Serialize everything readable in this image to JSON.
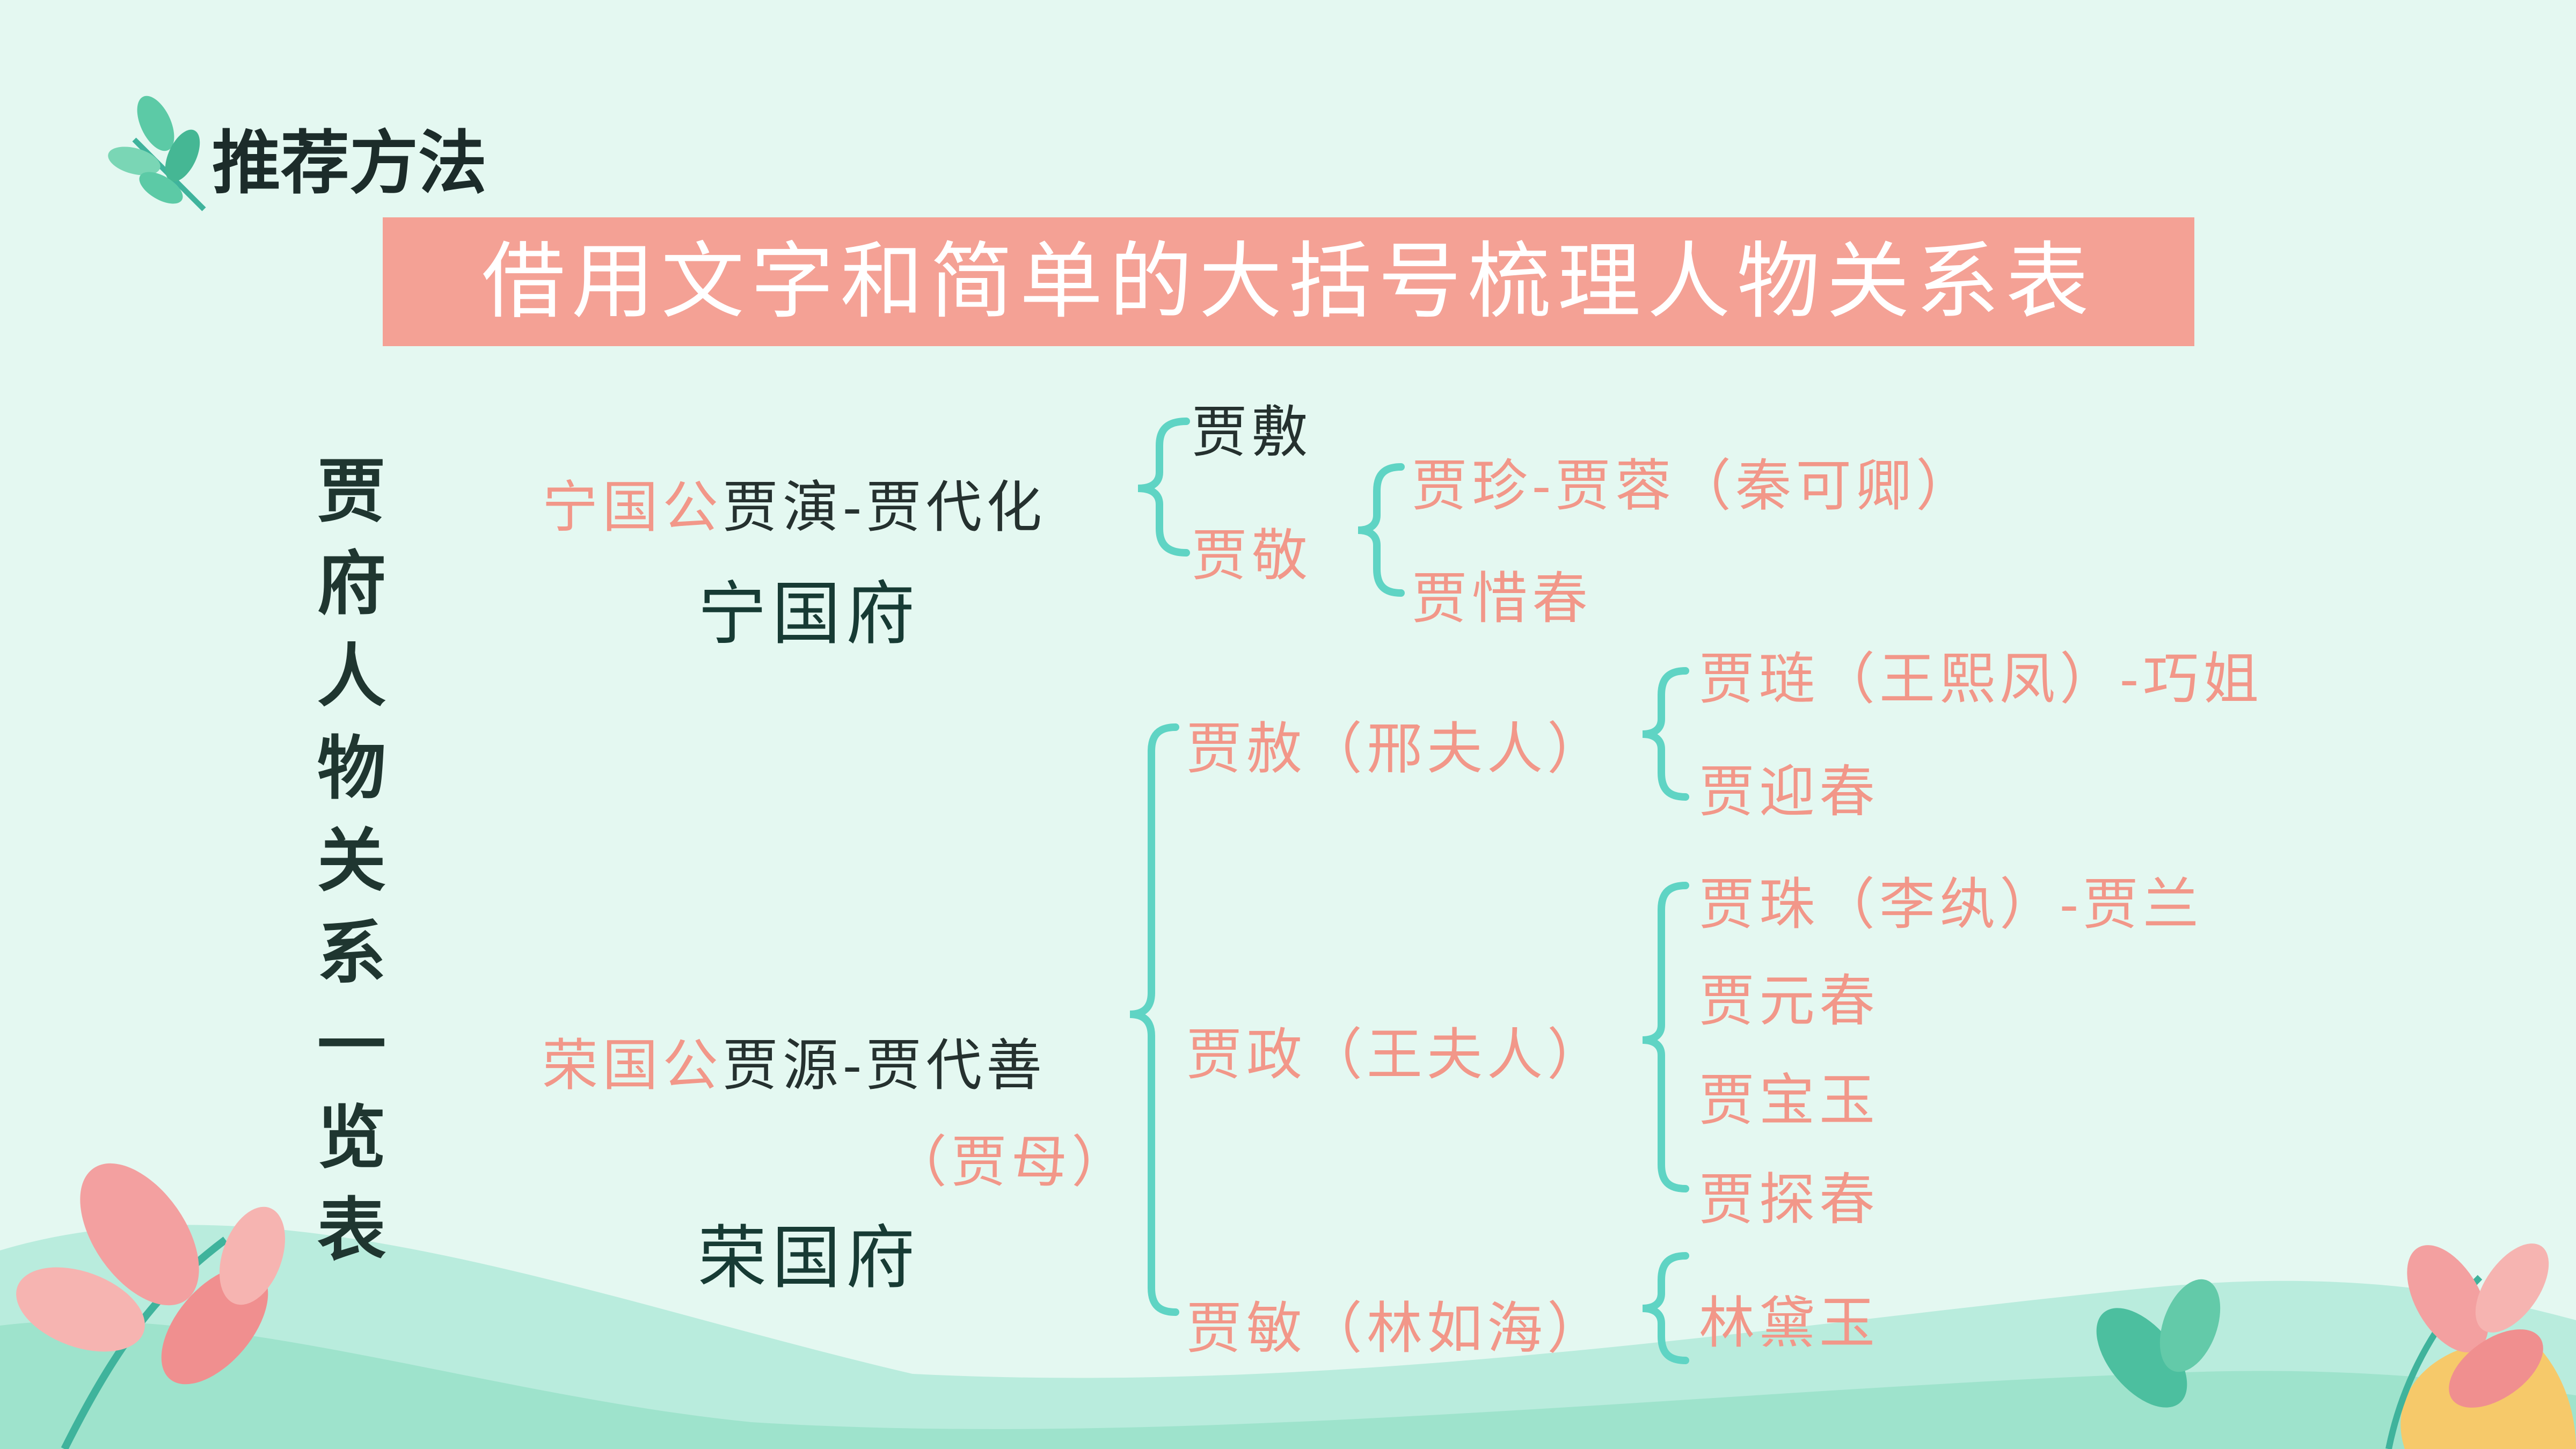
{
  "section_title": "推荐方法",
  "banner": "借用文字和简单的大括号梳理人物关系表",
  "side_title": [
    "贾",
    "府",
    "人",
    "物",
    "关",
    "系",
    "一",
    "览",
    "表"
  ],
  "ningguo": {
    "ancestor_title": "宁国公",
    "ancestor_names": "贾演-贾代化",
    "mansion": "宁国府",
    "gen2": [
      "贾敷",
      "贾敬"
    ],
    "gen3": [
      "贾珍-贾蓉（秦可卿）",
      "贾惜春"
    ]
  },
  "rongguo": {
    "ancestor_title": "荣国公",
    "ancestor_names": "贾源-贾代善",
    "spouse": "（贾母）",
    "mansion": "荣国府",
    "gen2": [
      "贾赦（邢夫人）",
      "贾政（王夫人）",
      "贾敏（林如海）"
    ],
    "she_children": [
      "贾琏（王熙凤）-巧姐",
      "贾迎春"
    ],
    "zheng_children": [
      "贾珠（李纨）-贾兰",
      "贾元春",
      "贾宝玉",
      "贾探春"
    ],
    "min_children": [
      "林黛玉"
    ]
  },
  "colors": {
    "background": "#e4f8f1",
    "banner": "#f4a195",
    "accent_pink": "#f29789",
    "brace_teal": "#5fd4c4",
    "title_dark": "#1f3630"
  }
}
